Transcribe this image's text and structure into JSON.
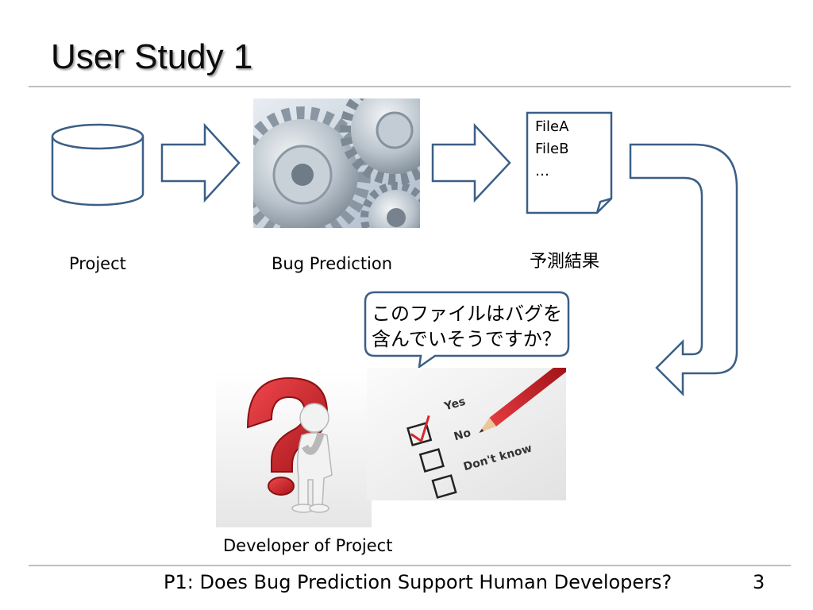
{
  "slide": {
    "title": "User Study 1",
    "footer_text": "P1: Does Bug Prediction Support Human Developers?",
    "page_number": "3"
  },
  "diagram": {
    "project_label": "Project",
    "bug_prediction_label": "Bug Prediction",
    "result_label": "予測結果",
    "result_file_1": "FileA",
    "result_file_2": "FileB",
    "result_file_more": "…",
    "speech_line_1": "このファイルはバグを",
    "speech_line_2": "含んでいそうですか？",
    "developer_label": "Developer of Project",
    "questionnaire": {
      "option_yes": "Yes",
      "option_no": "No",
      "option_dont_know": "Don't know"
    }
  },
  "colors": {
    "outline": "#3b5f86",
    "accent_red": "#d8262c",
    "rule": "#bfbfbf"
  }
}
